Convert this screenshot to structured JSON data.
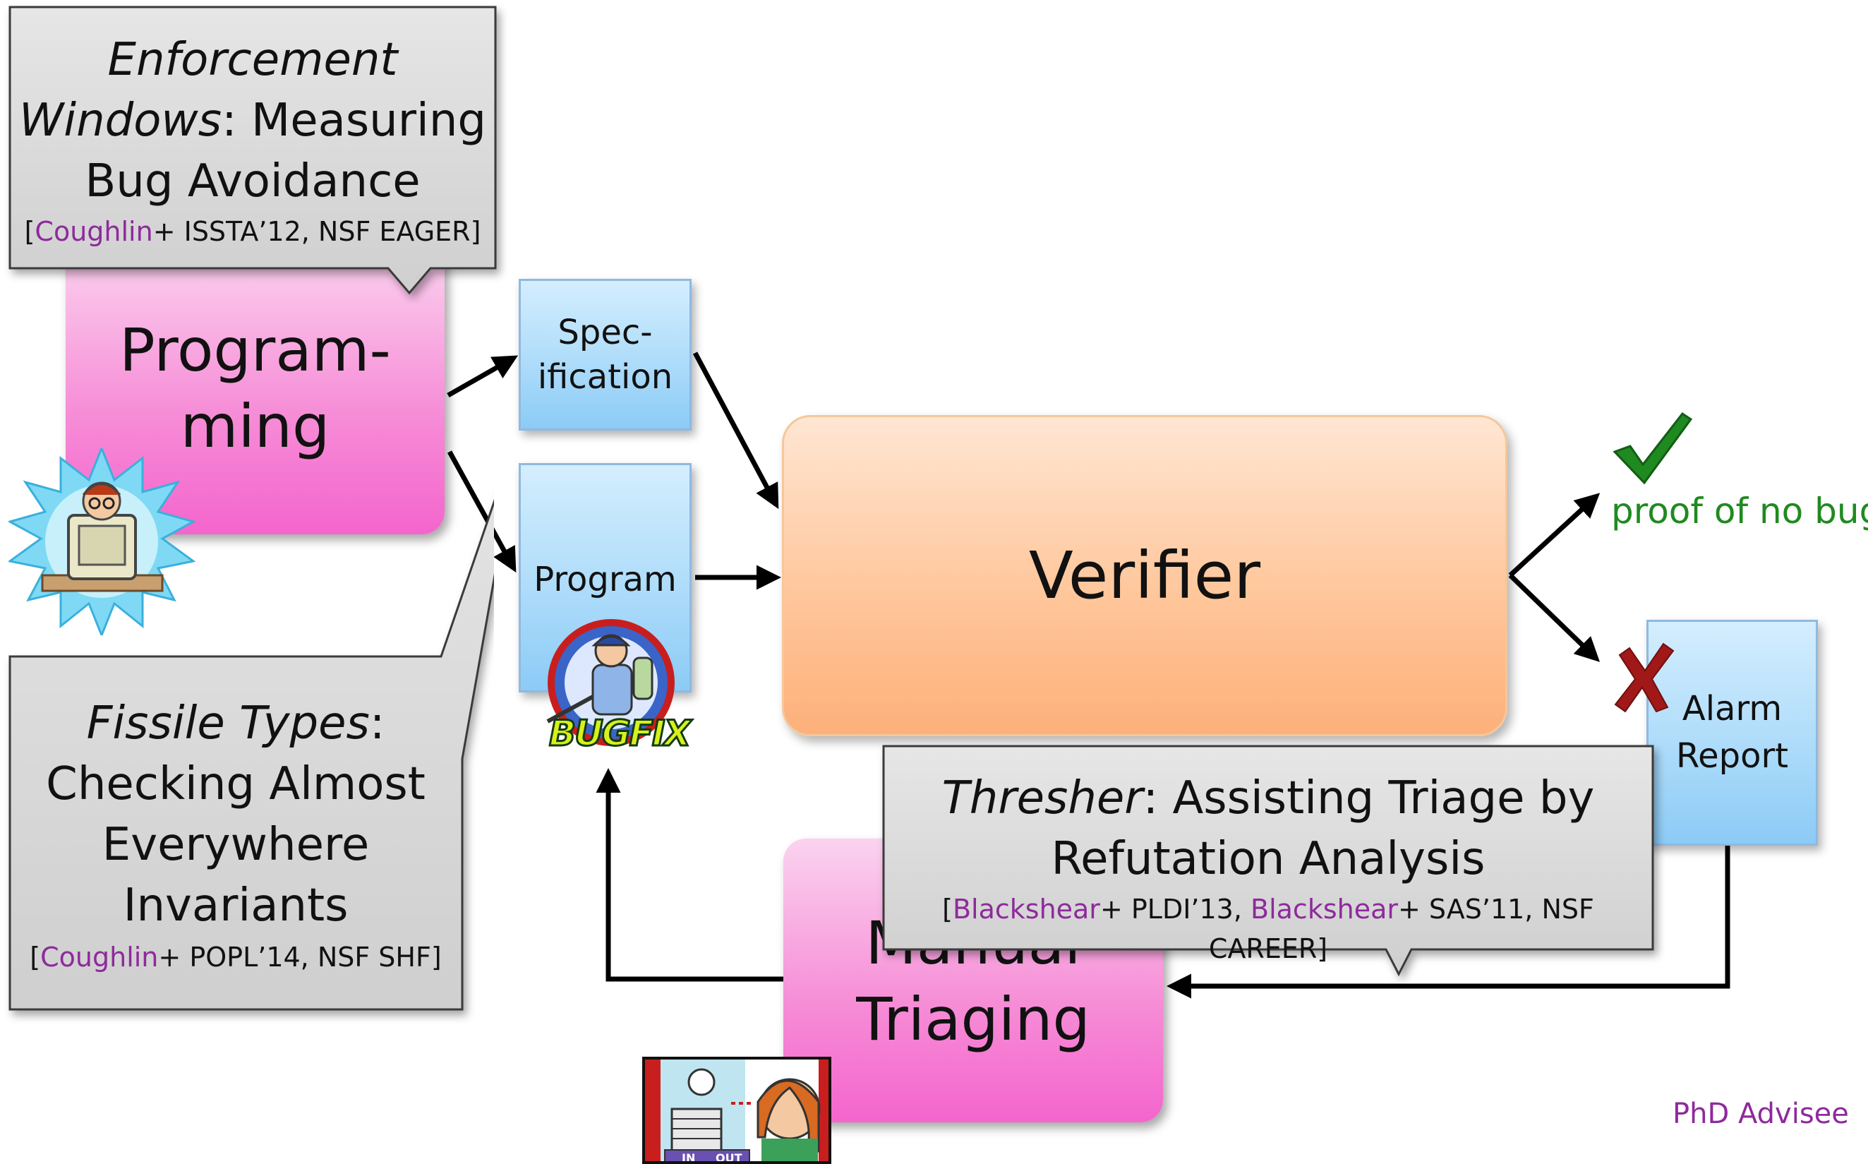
{
  "boxes": {
    "programming": {
      "line1": "Program-",
      "line2": "ming"
    },
    "specification": {
      "line1": "Spec-",
      "line2": "ification"
    },
    "program": "Program",
    "verifier": "Verifier",
    "alarm": {
      "line1": "Alarm",
      "line2": "Report"
    },
    "triaging": {
      "line1": "Manual",
      "line2": "Triaging"
    }
  },
  "outcomes": {
    "proof": "proof of no bug",
    "check_color": "#1f8a1f",
    "cross_color": "#a01818"
  },
  "callouts": {
    "enforcement": {
      "title_italic": "Enforcement",
      "title_italic2": "Windows",
      "title_rest": ": Measuring",
      "title_line3": "Bug Avoidance",
      "cite_open": "[",
      "author": "Coughlin",
      "cite_rest": "+ ISSTA’12, NSF EAGER]"
    },
    "fissile": {
      "title_italic": "Fissile Types",
      "title_colon": ":",
      "line2": "Checking Almost",
      "line3": "Everywhere",
      "line4": "Invariants",
      "cite_open": "[",
      "author": "Coughlin",
      "cite_rest": "+ POPL’14, NSF SHF]"
    },
    "thresher": {
      "title_italic": "Thresher",
      "title_rest": ": Assisting Triage by",
      "line2": "Refutation Analysis",
      "cite_open": "[",
      "author1": "Blackshear",
      "cite_mid": "+ PLDI’13, ",
      "author2": "Blackshear",
      "cite_rest": "+ SAS’11, NSF CAREER]"
    }
  },
  "clipart": {
    "bugfix": "BUGFIX",
    "in_label": "IN",
    "out_label": "OUT"
  },
  "footer": {
    "label": "PhD Advisee",
    "color": "#8e2a9c"
  },
  "colors": {
    "author": "#8e2a9c",
    "arrow": "#000000"
  }
}
